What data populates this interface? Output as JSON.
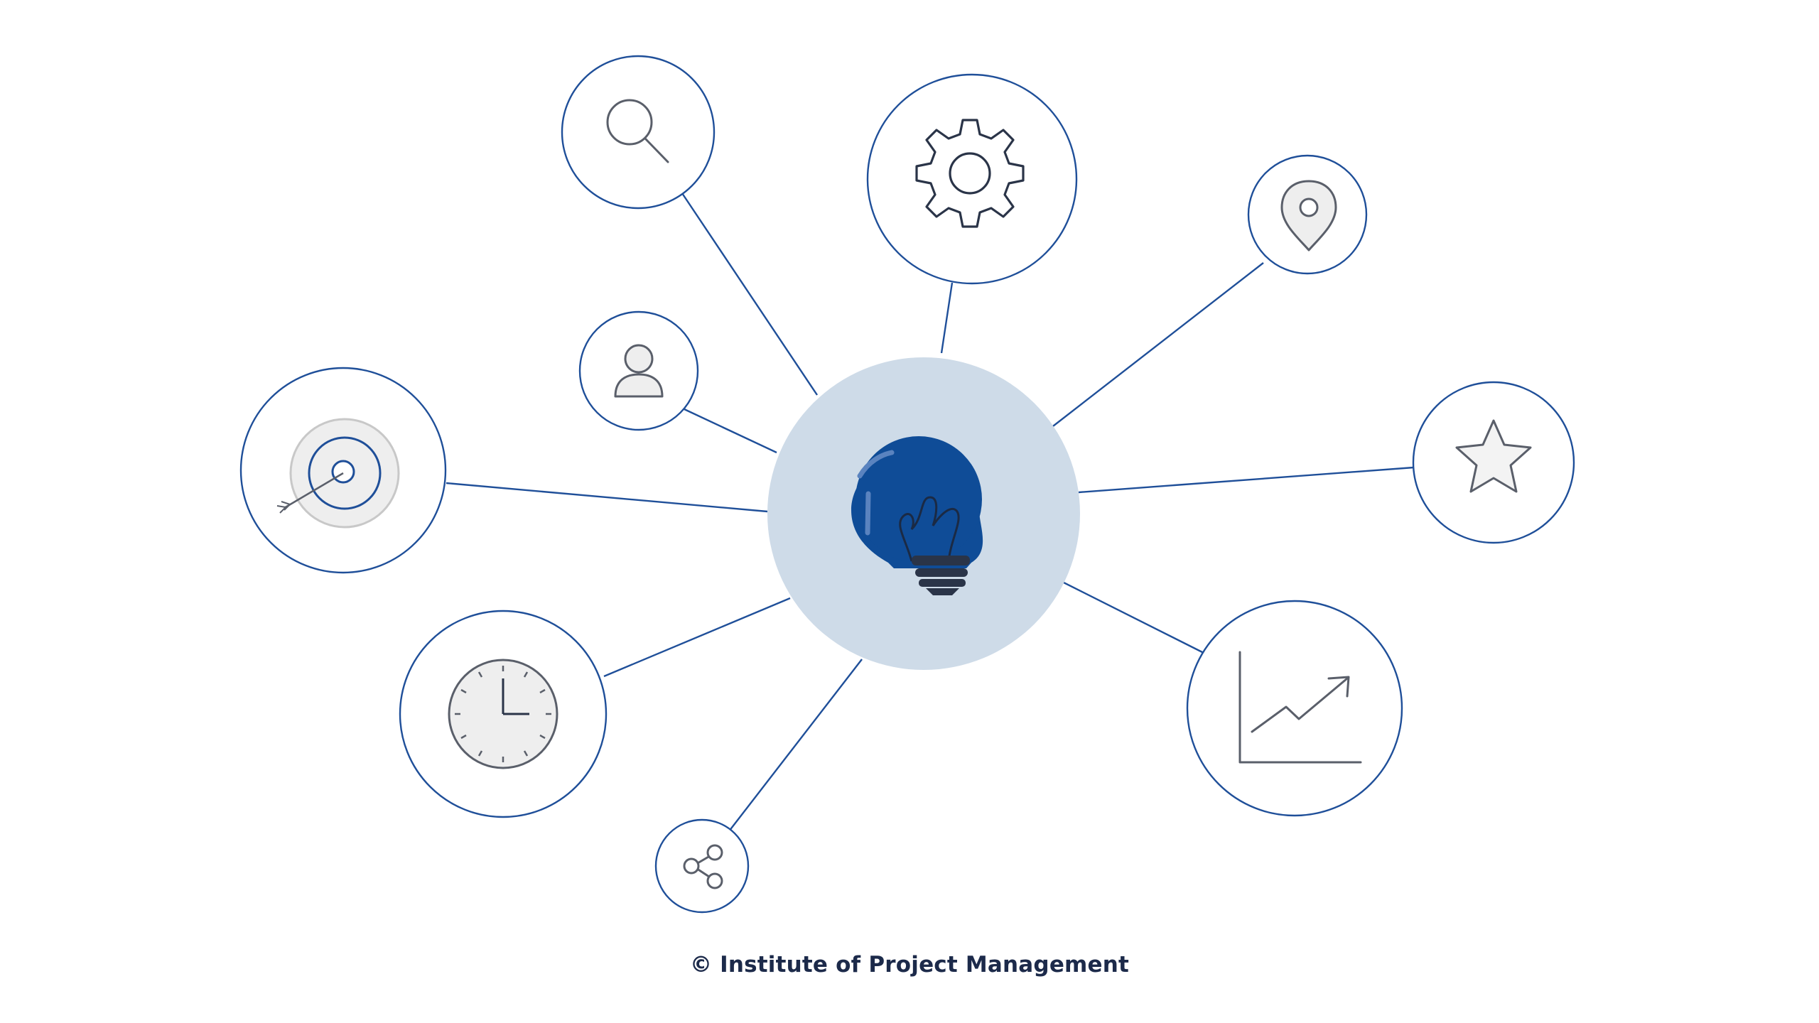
{
  "footer": {
    "copyright": "© Institute of Project Management"
  },
  "colors": {
    "line": "#1f4f99",
    "ring": "#1f4f99",
    "hub_fill": "#cedbe8",
    "bulb": "#0f4c97",
    "bulb_base": "#2a3448",
    "icon_stroke": "#5a5f6a",
    "icon_fill": "#eeeeee"
  },
  "hub": {
    "icon": "lightbulb-icon"
  },
  "nodes": [
    {
      "id": "search",
      "icon": "search-icon"
    },
    {
      "id": "settings",
      "icon": "gear-icon"
    },
    {
      "id": "location",
      "icon": "location-pin-icon"
    },
    {
      "id": "user",
      "icon": "user-icon"
    },
    {
      "id": "target",
      "icon": "target-icon"
    },
    {
      "id": "favorite",
      "icon": "star-icon"
    },
    {
      "id": "time",
      "icon": "clock-icon"
    },
    {
      "id": "growth",
      "icon": "growth-chart-icon"
    },
    {
      "id": "share",
      "icon": "share-icon"
    }
  ]
}
